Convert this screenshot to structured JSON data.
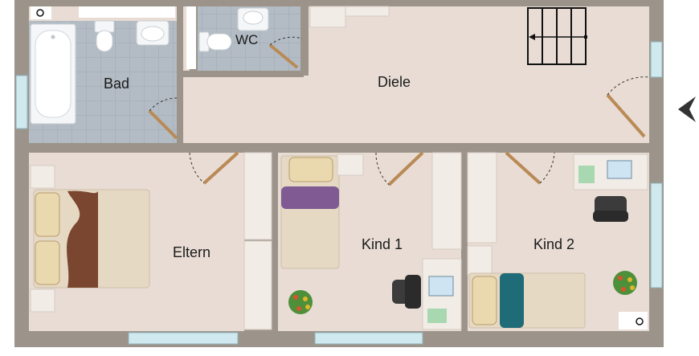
{
  "rooms": {
    "bath": "Bad",
    "wc": "WC",
    "hall": "Diele",
    "parents": "Eltern",
    "child1": "Kind 1",
    "child2": "Kind 2"
  },
  "icons": {
    "entrance": "entrance-arrow-icon",
    "stairs": "staircase-icon"
  },
  "colors": {
    "wall": "#9c948a",
    "floor": "#e8dcd4",
    "tile": "#a9b2ba",
    "door": "#b98a55",
    "window": "#cfe9ef",
    "bedspread_purple": "#7f5a93",
    "bedspread_teal": "#1f6b78",
    "bedspread_brown": "#7a4630"
  }
}
